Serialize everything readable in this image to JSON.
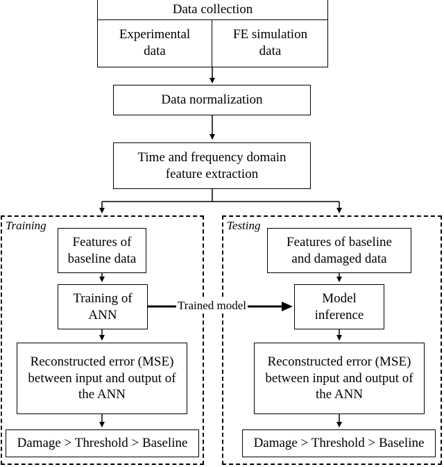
{
  "data_collection": {
    "title": "Data collection",
    "left": "Experimental\ndata",
    "right": "FE simulation\ndata"
  },
  "normalization": "Data normalization",
  "feature_extraction": "Time and frequency domain\nfeature extraction",
  "training": {
    "label": "Training",
    "features": "Features of\nbaseline data",
    "train": "Training of\nANN",
    "error": "Reconstructed error (MSE)\nbetween input and output of\nthe ANN",
    "decision": "Damage > Threshold > Baseline"
  },
  "testing": {
    "label": "Testing",
    "features": "Features of baseline\nand damaged data",
    "inference": "Model\ninference",
    "error": "Reconstructed error (MSE)\nbetween input and output of\nthe ANN",
    "decision": "Damage > Threshold > Baseline"
  },
  "edge_trained_model": "Trained model"
}
